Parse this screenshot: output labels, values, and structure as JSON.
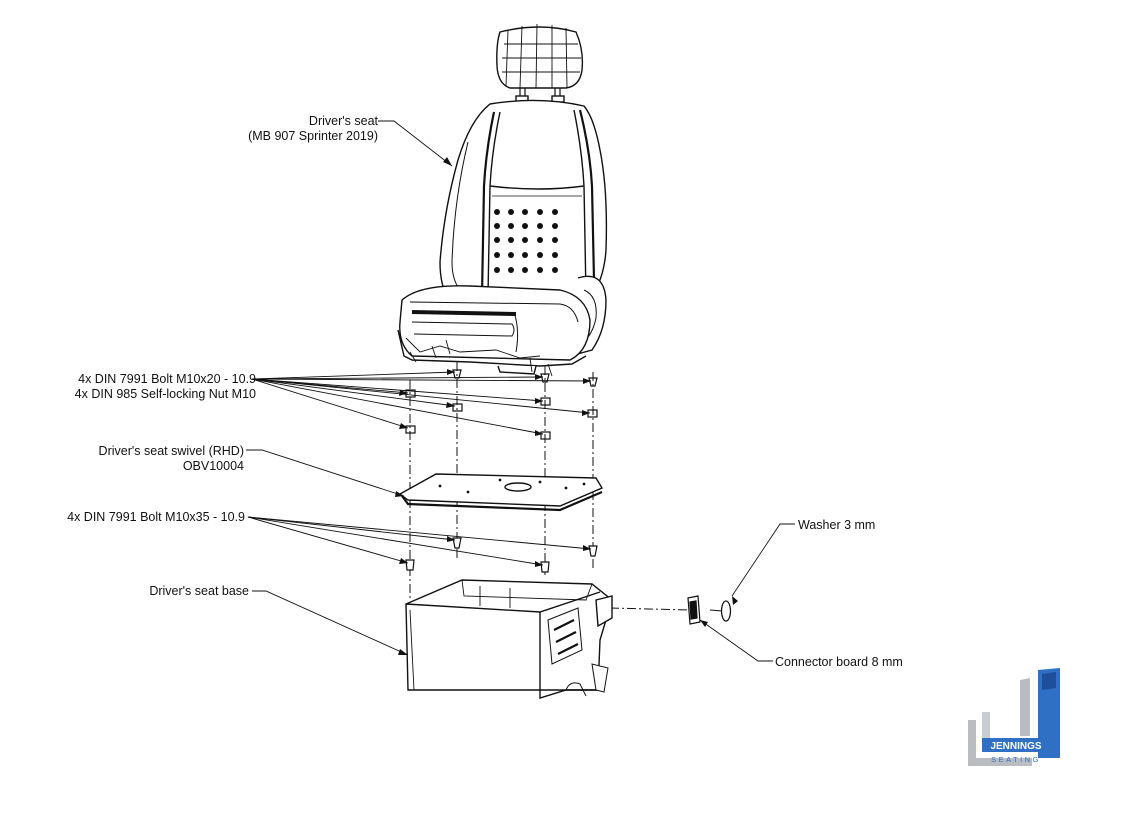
{
  "labels": {
    "seat_line1": "Driver's seat",
    "seat_line2": "(MB 907 Sprinter 2019)",
    "bolts1_line1": "4x DIN 7991 Bolt M10x20 - 10.9",
    "bolts1_line2": "4x DIN 985 Self-locking Nut M10",
    "swivel_line1": "Driver's seat swivel (RHD)",
    "swivel_line2": "OBV10004",
    "bolts2": "4x DIN 7991 Bolt M10x35 - 10.9",
    "base": "Driver's seat base",
    "washer": "Washer 3 mm",
    "connector": "Connector board 8 mm"
  },
  "logo": {
    "brand": "JENNINGS",
    "tagline": "SEATING",
    "colors": {
      "blue": "#2f6fc4",
      "grey": "#b9bcc1",
      "dark_blue": "#1f4f9a"
    }
  },
  "colors": {
    "line": "#111111",
    "shade": "#2a2a2a"
  }
}
